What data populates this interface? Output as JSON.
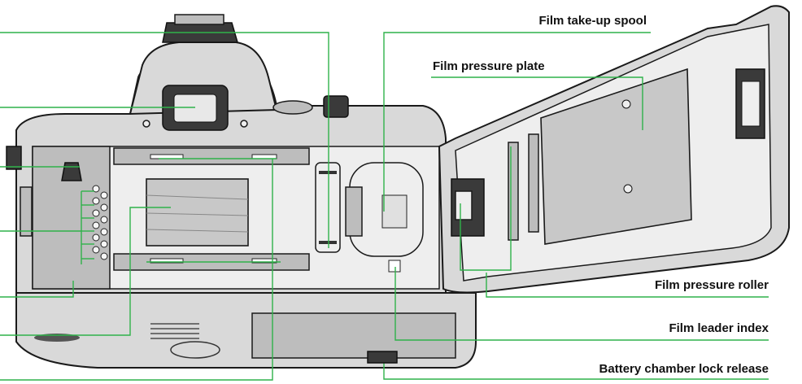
{
  "labels": {
    "takeup_spool": "Film take-up spool",
    "pressure_plate": "Film pressure plate",
    "pressure_roller": "Film pressure roller",
    "leader_index": "Film leader index",
    "battery_release": "Battery chamber lock release"
  },
  "colors": {
    "leader_line": "#2fb24a",
    "label_text": "#111111"
  }
}
